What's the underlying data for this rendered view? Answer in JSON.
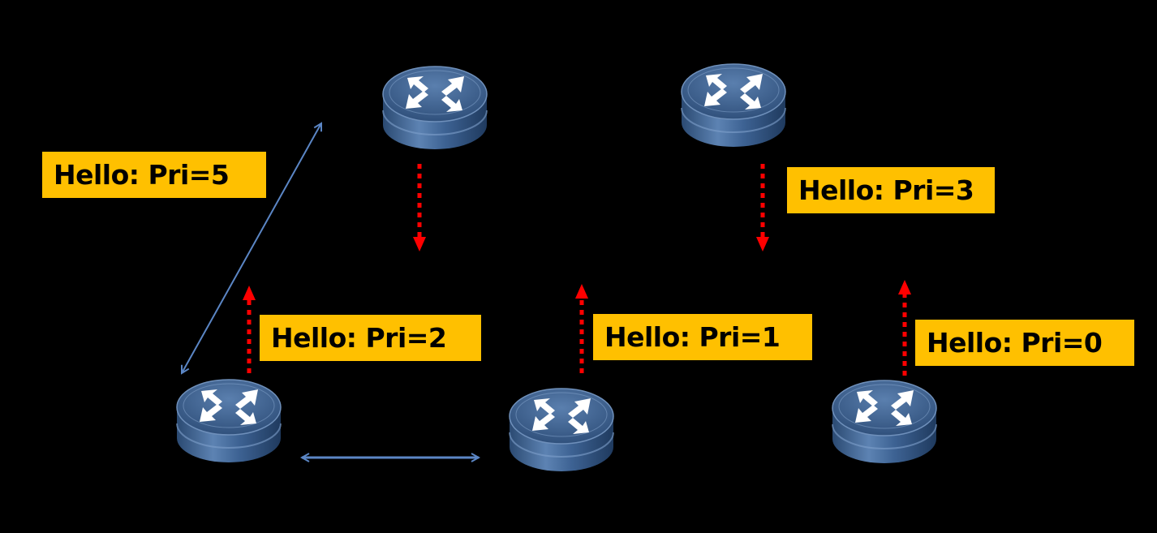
{
  "diagram": {
    "title": "",
    "colors": {
      "background": "#000000",
      "label_fill": "#ffc000",
      "label_text": "#000000",
      "hello_arrow": "#ff0000",
      "link_arrow": "#4f81bd",
      "router_body": "#3b5f8a"
    },
    "routers": [
      {
        "id": "r1",
        "icon": "router-icon",
        "priority": 5
      },
      {
        "id": "r2",
        "icon": "router-icon",
        "priority": 3
      },
      {
        "id": "r3",
        "icon": "router-icon",
        "priority": 2
      },
      {
        "id": "r4",
        "icon": "router-icon",
        "priority": 1
      },
      {
        "id": "r5",
        "icon": "router-icon",
        "priority": 0
      }
    ],
    "labels": {
      "r1": "Hello: Pri=5",
      "r2": "Hello: Pri=3",
      "r3": "Hello: Pri=2",
      "r4": "Hello: Pri=1",
      "r5": "Hello: Pri=0"
    },
    "hello_arrows": [
      {
        "from": "r1",
        "direction": "down",
        "style": "dotted"
      },
      {
        "from": "r2",
        "direction": "down",
        "style": "dotted"
      },
      {
        "from": "r3",
        "direction": "up",
        "style": "dotted"
      },
      {
        "from": "r4",
        "direction": "up",
        "style": "dotted"
      },
      {
        "from": "r5",
        "direction": "up",
        "style": "dotted"
      }
    ],
    "links": [
      {
        "between": [
          "r3",
          "r1"
        ],
        "style": "double-arrow"
      },
      {
        "between": [
          "r3",
          "r4"
        ],
        "style": "double-arrow"
      }
    ]
  }
}
